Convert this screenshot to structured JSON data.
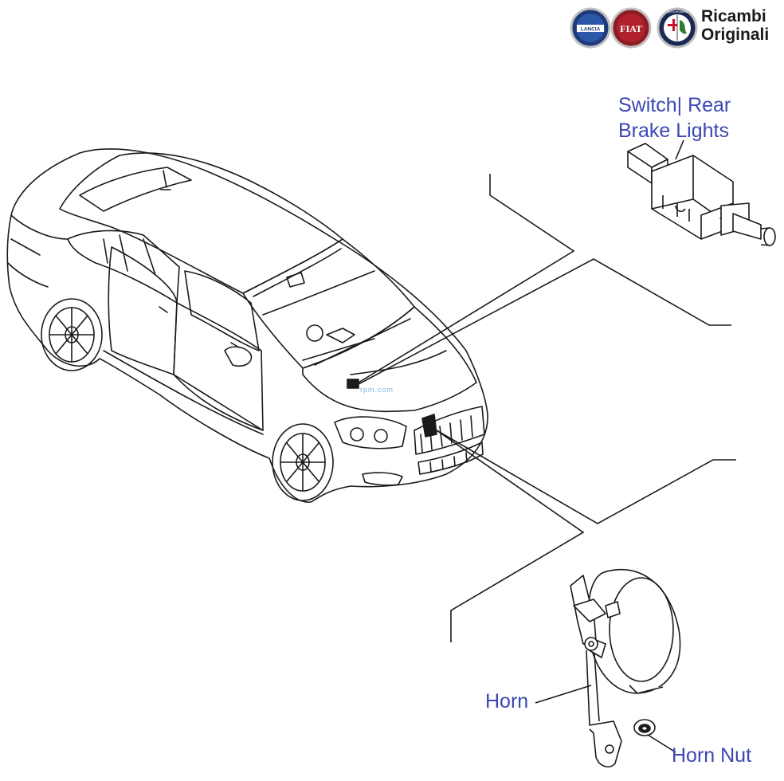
{
  "brand": {
    "line1": "Ricambi",
    "line2": "Originali",
    "badges": [
      {
        "icon": "lancia-badge-icon",
        "text": "LANCIA",
        "color": "#1e3a7a"
      },
      {
        "icon": "fiat-badge-icon",
        "text": "FIAT",
        "color": "#8c1c24"
      },
      {
        "icon": "alfa-romeo-badge-icon",
        "text": "ALFA ROMEO",
        "color": "#1a2a55"
      }
    ]
  },
  "watermark": "rpm.com",
  "labels": {
    "switch_line1": "Switch| Rear",
    "switch_line2": "Brake Lights",
    "horn": "Horn",
    "horn_nut": "Horn Nut"
  },
  "colors": {
    "label": "#3a47b4",
    "line": "#1a1a1a"
  }
}
